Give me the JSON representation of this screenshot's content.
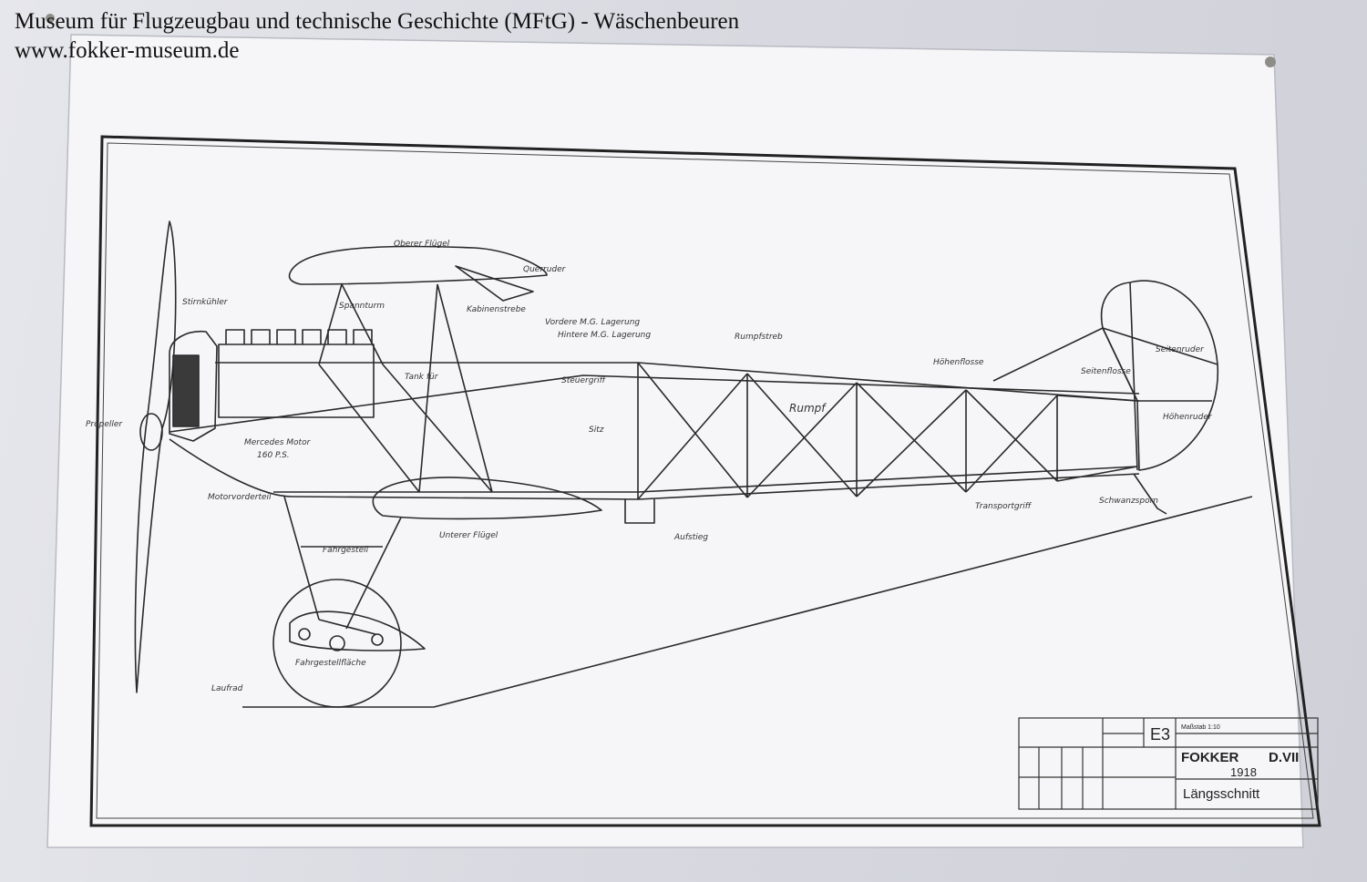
{
  "caption": {
    "line1": "Museum für Flugzeugbau und technische Geschichte (MFtG) - Wäschenbeuren",
    "line2": "www.fokker-museum.de"
  },
  "labels": {
    "oberer_fluegel": "Oberer Flügel",
    "querruder": "Querruder",
    "stirnkuehler": "Stirnkühler",
    "spannturm": "Spannturm",
    "kabinenstrebe": "Kabinenstrebe",
    "propeller": "Propeller",
    "motor": "Mercedes Motor",
    "motor_ps": "160 P.S.",
    "tank": "Tank für",
    "rumpf": "Rumpf",
    "hoehenflosse": "Höhenflosse",
    "seitenruder": "Seitenruder",
    "hoehenruder": "Höhenruder",
    "seitenflosse": "Seitenflosse",
    "rumpfstreb": "Rumpfstreb",
    "sitz": "Sitz",
    "mg_lagerung_vorn": "Vordere M.G. Lagerung",
    "mg_lagerung_hinten": "Hintere M.G. Lagerung",
    "motorvorderteil": "Motorvorderteil",
    "unterer_fluegel": "Unterer Flügel",
    "fahrgestell": "Fahrgestell",
    "achsflaeche": "Fahrgestellfläche",
    "laufrad": "Laufrad",
    "aufstieg": "Aufstieg",
    "transportgriff": "Transportgriff",
    "schwanzsporn": "Schwanzsporn",
    "steuerknueppel": "Steuergriff"
  },
  "title_block": {
    "sheet": "E3",
    "aircraft": "FOKKER",
    "model": "D.VII",
    "year": "1918",
    "view": "Längsschnitt",
    "scale": "Maßstab 1:10"
  },
  "colors": {
    "ink": "#2a2a2a",
    "paper": "#f6f6f8",
    "caption": "#111111"
  }
}
